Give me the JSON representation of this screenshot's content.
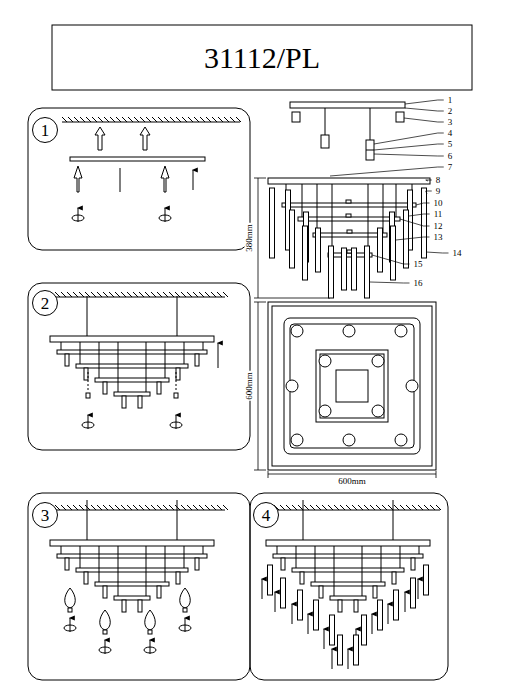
{
  "diagram": {
    "title": "31112/PL",
    "nodes": [
      {
        "text": [
          "1"
        ]
      },
      {
        "text": [
          "2"
        ]
      },
      {
        "text": [
          "3"
        ]
      },
      {
        "text": [
          "4"
        ]
      }
    ],
    "labels": [
      "1",
      "2",
      "3",
      "4",
      "5",
      "6",
      "7",
      "8",
      "9",
      "10",
      "11",
      "12",
      "13",
      "14",
      "15",
      "16",
      "380mm",
      "600mm",
      "600mm"
    ]
  }
}
